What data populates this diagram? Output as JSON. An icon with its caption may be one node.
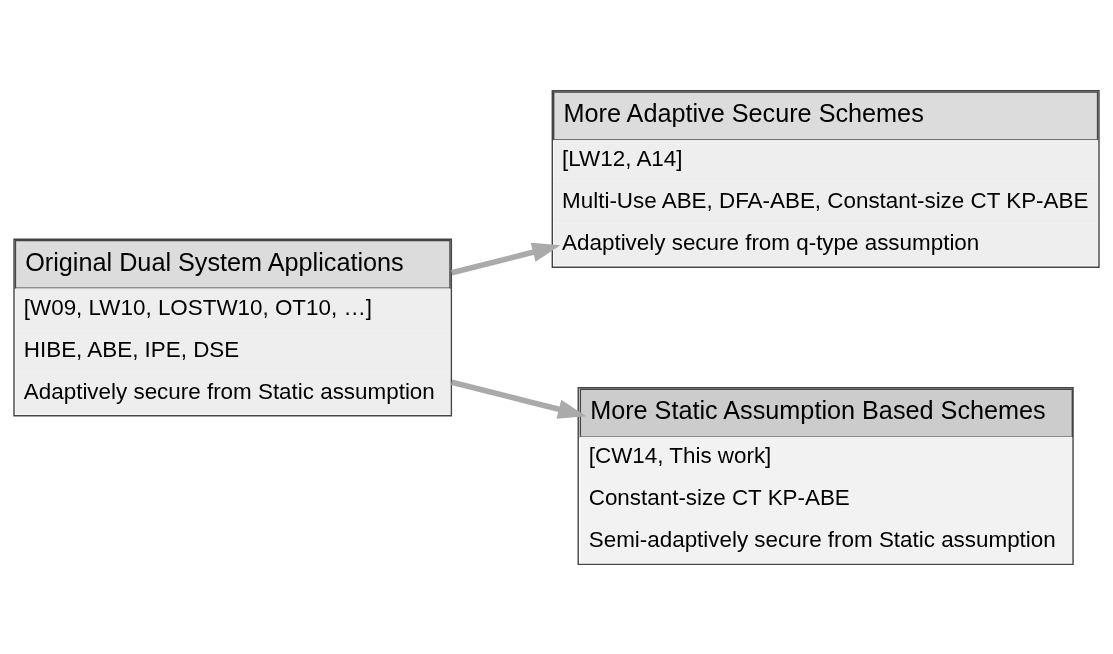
{
  "diagram": {
    "nodes": [
      {
        "text": [
          "Original Dual System Applications",
          "[W09, LW10, LOSTW10, OT10, …]",
          "HIBE, ABE, IPE, DSE",
          "Adaptively secure from Static assumption"
        ]
      },
      {
        "text": [
          "More Adaptive Secure Schemes",
          "[LW12, A14]",
          "Multi-Use ABE, DFA-ABE, Constant-size CT KP-ABE",
          "Adaptively secure from q-type assumption"
        ]
      },
      {
        "text": [
          "More Static Assumption Based Schemes",
          "[CW14, This work]",
          "Constant-size CT KP-ABE",
          "Semi-adaptively secure from Static assumption"
        ]
      }
    ],
    "edges": [
      {
        "from": 0,
        "to": 1,
        "arrow": "to"
      },
      {
        "from": 0,
        "to": 2,
        "arrow": "to"
      }
    ]
  }
}
